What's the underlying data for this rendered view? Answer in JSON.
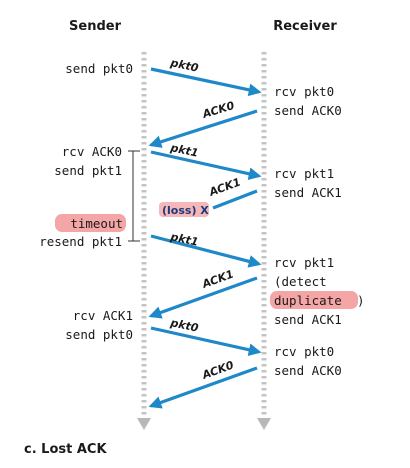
{
  "headers": {
    "sender": "Sender",
    "receiver": "Receiver"
  },
  "sender_labels": {
    "send_pkt0_1": "send pkt0",
    "rcv_ack0": "rcv ACK0",
    "send_pkt1": "send pkt1",
    "timeout": "timeout",
    "resend_pkt1": "resend pkt1",
    "rcv_ack1": "rcv ACK1",
    "send_pkt0_2": "send pkt0"
  },
  "receiver_labels": {
    "rcv_pkt0_1": "rcv pkt0",
    "send_ack0_1": "send ACK0",
    "rcv_pkt1_1": "rcv pkt1",
    "send_ack1_1": "send ACK1",
    "rcv_pkt1_2": "rcv pkt1",
    "detect_open": "(detect",
    "duplicate": "duplicate",
    "detect_close": ")",
    "send_ack1_2": "send ACK1",
    "rcv_pkt0_2": "rcv pkt0",
    "send_ack0_2": "send ACK0"
  },
  "messages": {
    "pkt0_1": "pkt0",
    "ack0_1": "ACK0",
    "pkt1_1": "pkt1",
    "ack1_lost": "ACK1",
    "loss": "(loss) X",
    "pkt1_2": "pkt1",
    "ack1_2": "ACK1",
    "pkt0_2": "pkt0",
    "ack0_2": "ACK0"
  },
  "colors": {
    "arrow": "#1e88c8",
    "highlight": "#f4a6a6",
    "loss_box": "#f4b8b8",
    "timeline": "#c4c4c4"
  },
  "caption": "c. Lost ACK"
}
